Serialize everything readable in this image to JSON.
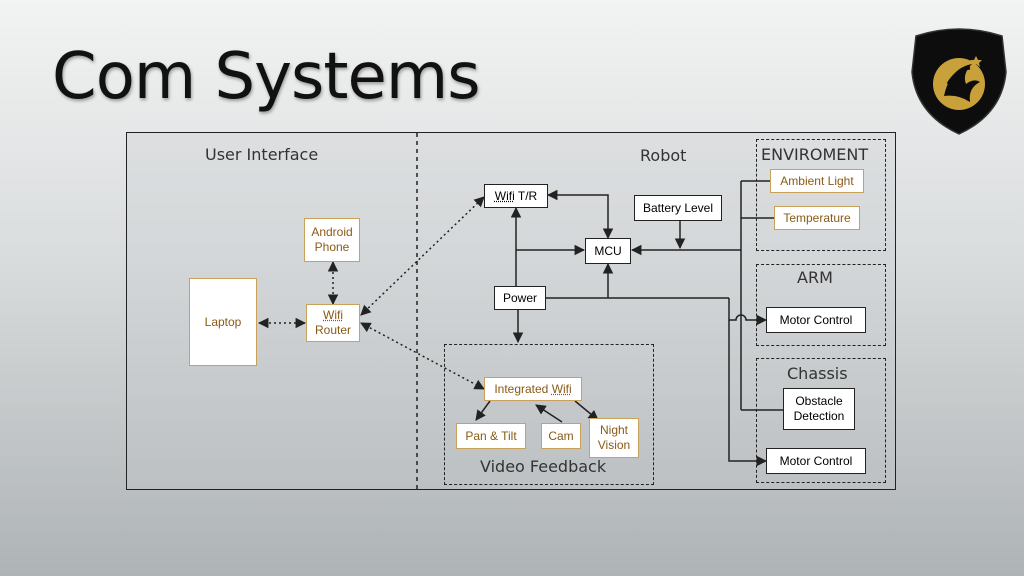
{
  "slide": {
    "title": "Com Systems"
  },
  "zones": {
    "user_interface": "User Interface",
    "robot": "Robot",
    "environment": "ENVIROMENT",
    "arm": "ARM",
    "chassis": "Chassis",
    "video_feedback": "Video Feedback"
  },
  "nodes": {
    "android_phone": "Android\nPhone",
    "laptop": "Laptop",
    "wifi_router_wifi": "Wifi",
    "wifi_router_router": "Router",
    "wifi_tr_wifi": "Wifi",
    "wifi_tr_rest": " T/R",
    "battery_level": "Battery Level",
    "mcu": "MCU",
    "power": "Power",
    "ambient_light": "Ambient Light",
    "temperature": "Temperature",
    "arm_motor_control": "Motor Control",
    "obstacle_detection": "Obstacle\nDetection",
    "chassis_motor_control": "Motor Control",
    "integrated_wifi_prefix": "Integrated ",
    "integrated_wifi_wifi": "Wifi",
    "pan_tilt": "Pan & Tilt",
    "cam": "Cam",
    "night_vision": "Night\nVision"
  },
  "colors": {
    "gold_border": "#caa15a",
    "gold_text": "#8a5a14",
    "line": "#222222",
    "logo_shield": "#0d0d0d",
    "logo_gold": "#c9a13b"
  },
  "icons": {
    "logo": "knights-shield-logo"
  }
}
